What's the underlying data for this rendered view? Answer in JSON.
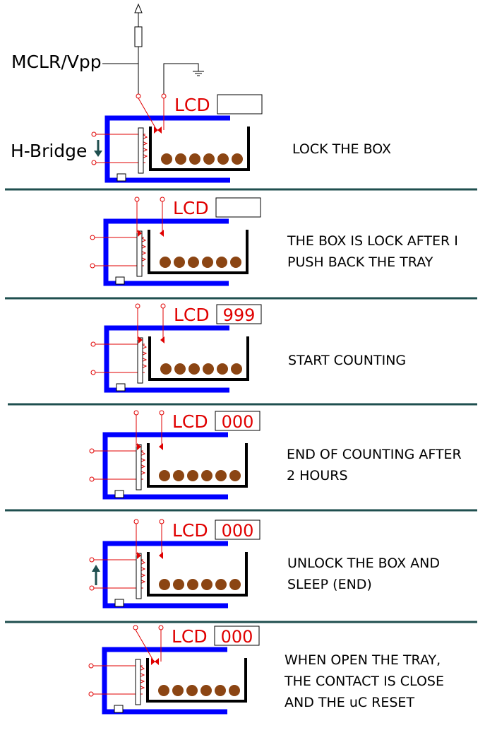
{
  "labels": {
    "mclr": "MCLR/Vpp",
    "hbridge": "H-Bridge",
    "lcd": "LCD"
  },
  "colors": {
    "box_blue": "#0000ff",
    "wire_red": "#e00000",
    "divider": "#1f4f4f",
    "arrow": "#1f4f4f",
    "ball": "#8b4513"
  },
  "panels": [
    {
      "lcd_value": "",
      "description": [
        "LOCK THE BOX"
      ],
      "arrow": "down",
      "contacts_closed": true
    },
    {
      "lcd_value": "",
      "description": [
        "THE BOX IS LOCK AFTER I",
        "PUSH BACK THE TRAY"
      ],
      "arrow": "none",
      "contacts_closed": false
    },
    {
      "lcd_value": "999",
      "description": [
        "START COUNTING"
      ],
      "arrow": "none",
      "contacts_closed": false
    },
    {
      "lcd_value": "000",
      "description": [
        "END OF COUNTING AFTER",
        "2 HOURS"
      ],
      "arrow": "none",
      "contacts_closed": false
    },
    {
      "lcd_value": "000",
      "description": [
        "UNLOCK THE BOX AND",
        "SLEEP (END)"
      ],
      "arrow": "up",
      "contacts_closed": false
    },
    {
      "lcd_value": "000",
      "description": [
        "WHEN OPEN THE TRAY,",
        "THE CONTACT IS CLOSE",
        "AND THE uC RESET"
      ],
      "arrow": "none",
      "contacts_closed": true
    }
  ]
}
